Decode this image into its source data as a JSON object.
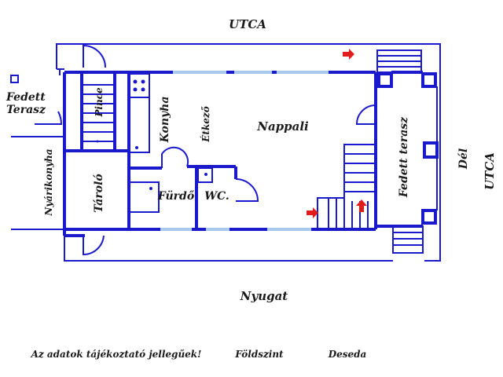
{
  "labels": {
    "street_top": "UTCA",
    "street_right": "UTCA",
    "south": "Dél",
    "west": "Nyugat",
    "covered_terrace_left_1": "Fedett",
    "covered_terrace_left_2": "Terasz",
    "summer_kitchen": "Nyárikonyha",
    "cellar": "Pince",
    "storage": "Tároló",
    "kitchen": "Konyha",
    "dining": "Étkező",
    "living_room": "Nappali",
    "bathroom": "Fürdő",
    "wc": "WC.",
    "covered_terrace_right": "Fedett terasz"
  },
  "footer": {
    "disclaimer": "Az adatok tájékoztató jellegűek!",
    "floor": "Földszint",
    "town": "Deseda"
  },
  "colors": {
    "wall": "#1a1acc",
    "window": "#a8c8ec",
    "arrow": "#e21b1b",
    "text": "#1a1a1a"
  }
}
